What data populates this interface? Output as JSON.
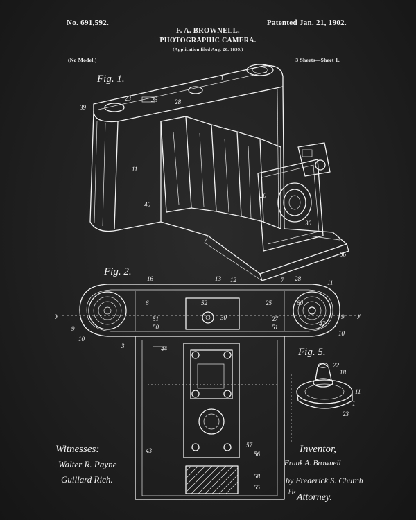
{
  "header": {
    "patent_number": "No. 691,592.",
    "patent_date": "Patented Jan. 21, 1902.",
    "inventor": "F. A. BROWNELL.",
    "title": "PHOTOGRAPHIC CAMERA.",
    "filed": "(Application filed Aug. 26, 1899.)",
    "no_model": "(No Model.)",
    "sheets": "3 Sheets—Sheet 1."
  },
  "figures": {
    "fig1": "Fig. 1.",
    "fig2": "Fig. 2.",
    "fig5": "Fig. 5."
  },
  "reference_numbers": {
    "fig1": [
      "1",
      "23",
      "26",
      "28",
      "39",
      "11",
      "40",
      "20",
      "30",
      "56"
    ],
    "fig2": [
      "13",
      "12",
      "7",
      "28",
      "11",
      "16",
      "52",
      "30",
      "6",
      "25",
      "51",
      "50",
      "9",
      "10",
      "27",
      "51",
      "60",
      "47",
      "9",
      "10",
      "3",
      "44",
      "43",
      "57",
      "56",
      "58",
      "55",
      "y",
      "y"
    ],
    "fig5": [
      "22",
      "18",
      "11",
      "1",
      "23"
    ]
  },
  "footer": {
    "witnesses_label": "Witnesses:",
    "witness1": "Walter R. Payne",
    "witness2": "Guillard Rich.",
    "inventor_label": "Inventor,",
    "inventor_signature": "Frank A. Brownell",
    "by_line": "by Frederick S. Church",
    "his_line": "his",
    "attorney_label": "Attorney."
  }
}
